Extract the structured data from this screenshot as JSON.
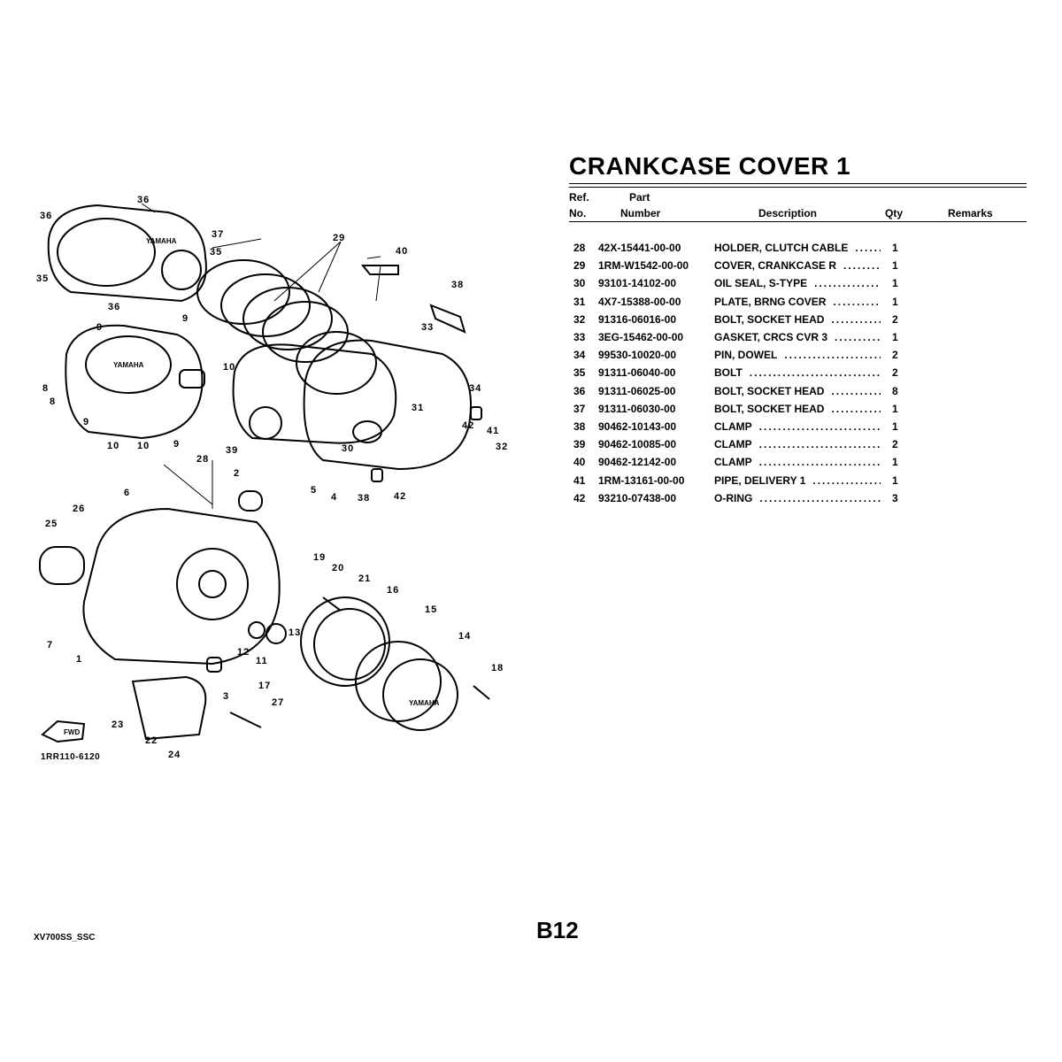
{
  "title": "CRANKCASE COVER 1",
  "headers": {
    "ref": "Ref.",
    "no": "No.",
    "part": "Part",
    "number": "Number",
    "description": "Description",
    "qty": "Qty",
    "remarks": "Remarks"
  },
  "parts": [
    {
      "ref": "28",
      "part_number": "42X-15441-00-00",
      "description": "HOLDER, CLUTCH CABLE",
      "qty": "1"
    },
    {
      "ref": "29",
      "part_number": "1RM-W1542-00-00",
      "description": "COVER, CRANKCASE R",
      "qty": "1"
    },
    {
      "ref": "30",
      "part_number": "93101-14102-00",
      "description": "OIL SEAL, S-TYPE",
      "qty": "1"
    },
    {
      "ref": "31",
      "part_number": "4X7-15388-00-00",
      "description": "PLATE, BRNG COVER",
      "qty": "1"
    },
    {
      "ref": "32",
      "part_number": "91316-06016-00",
      "description": "BOLT, SOCKET HEAD",
      "qty": "2"
    },
    {
      "ref": "33",
      "part_number": "3EG-15462-00-00",
      "description": "GASKET, CRCS CVR 3",
      "qty": "1"
    },
    {
      "ref": "34",
      "part_number": "99530-10020-00",
      "description": "PIN, DOWEL",
      "qty": "2"
    },
    {
      "ref": "35",
      "part_number": "91311-06040-00",
      "description": "BOLT",
      "qty": "2"
    },
    {
      "ref": "36",
      "part_number": "91311-06025-00",
      "description": "BOLT, SOCKET HEAD",
      "qty": "8"
    },
    {
      "ref": "37",
      "part_number": "91311-06030-00",
      "description": "BOLT, SOCKET HEAD",
      "qty": "1"
    },
    {
      "ref": "38",
      "part_number": "90462-10143-00",
      "description": "CLAMP",
      "qty": "1"
    },
    {
      "ref": "39",
      "part_number": "90462-10085-00",
      "description": "CLAMP",
      "qty": "2"
    },
    {
      "ref": "40",
      "part_number": "90462-12142-00",
      "description": "CLAMP",
      "qty": "1"
    },
    {
      "ref": "41",
      "part_number": "1RM-13161-00-00",
      "description": "PIPE, DELIVERY 1",
      "qty": "1"
    },
    {
      "ref": "42",
      "part_number": "93210-07438-00",
      "description": "O-RING",
      "qty": "3"
    }
  ],
  "diagram": {
    "drawing_code": "1RR110-6120",
    "fwd_label": "FWD",
    "brand_mark": "YAMAHA",
    "callouts": [
      "1",
      "2",
      "3",
      "4",
      "5",
      "6",
      "7",
      "8",
      "8",
      "9",
      "9",
      "9",
      "9",
      "10",
      "10",
      "10",
      "11",
      "12",
      "13",
      "14",
      "15",
      "16",
      "17",
      "18",
      "19",
      "20",
      "21",
      "22",
      "23",
      "24",
      "25",
      "26",
      "27",
      "28",
      "29",
      "30",
      "31",
      "32",
      "33",
      "34",
      "35",
      "35",
      "36",
      "36",
      "36",
      "37",
      "38",
      "38",
      "39",
      "40",
      "41",
      "42",
      "42"
    ]
  },
  "page_number": "B12",
  "footer_code": "XV700SS_SSC"
}
